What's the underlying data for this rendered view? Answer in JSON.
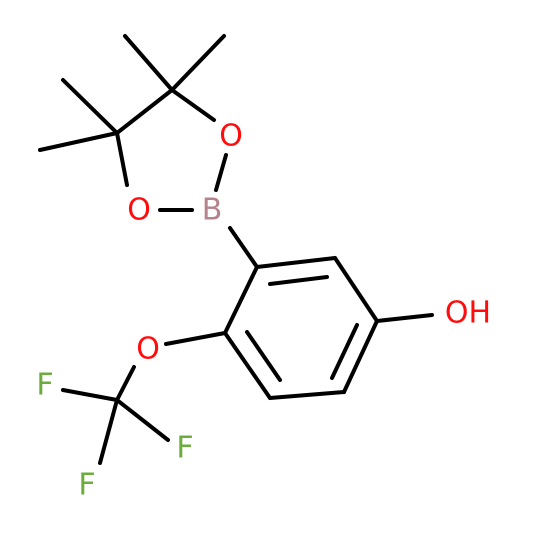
{
  "molecule": {
    "atoms": {
      "o_ring_top": "O",
      "o_ring_left": "O",
      "boron": "B",
      "oh": "OH",
      "o_ether": "O",
      "f1": "F",
      "f2": "F",
      "f3": "F"
    },
    "colors": {
      "bond": "#000000",
      "oxygen": "#ff0d0d",
      "boron": "#b5838b",
      "fluorine": "#6bad3a"
    }
  }
}
